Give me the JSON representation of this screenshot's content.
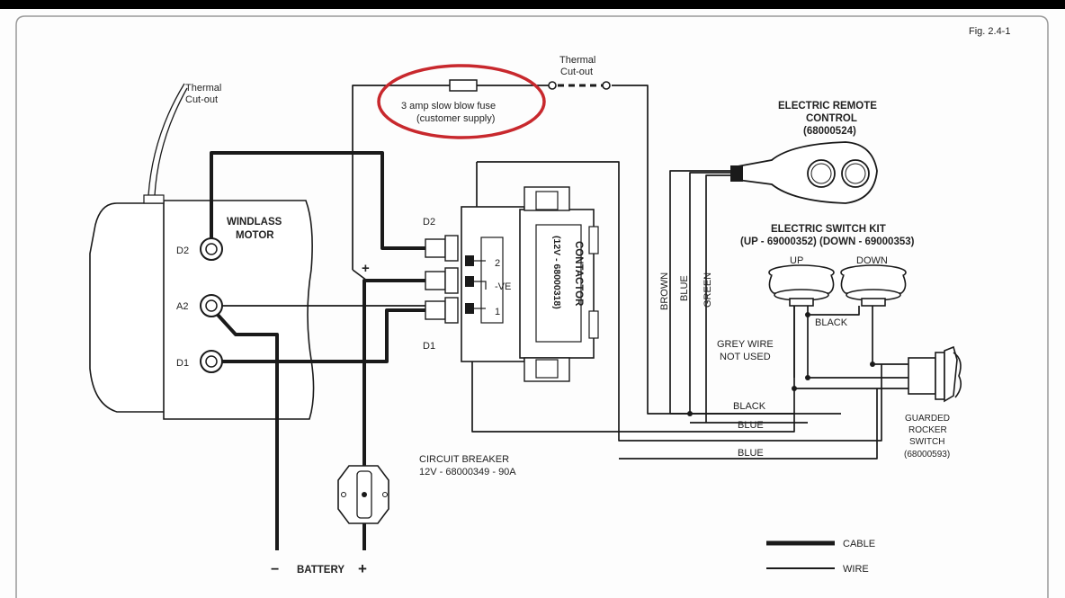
{
  "figure_label": "Fig. 2.4-1",
  "labels": {
    "thermal_left_1": "Thermal",
    "thermal_left_2": "Cut-out",
    "thermal_top_1": "Thermal",
    "thermal_top_2": "Cut-out",
    "fuse_1": "3 amp slow blow fuse",
    "fuse_2": "(customer supply)",
    "motor_1": "WINDLASS",
    "motor_2": "MOTOR",
    "term_d2": "D2",
    "term_a2": "A2",
    "term_d1": "D1",
    "cont_d2": "D2",
    "cont_d1": "D1",
    "plus": "+",
    "pin_2": "2",
    "pin_ve": "-VE",
    "pin_1": "1",
    "contactor_1": "CONTACTOR",
    "contactor_2": "(12V - 68000318)",
    "remote_1": "ELECTRIC REMOTE",
    "remote_2": "CONTROL",
    "remote_3": "(68000524)",
    "switchkit_1": "ELECTRIC SWITCH KIT",
    "switchkit_2": "(UP - 69000352) (DOWN - 69000353)",
    "up": "UP",
    "down": "DOWN",
    "black_top": "BLACK",
    "brown": "BROWN",
    "blue_v": "BLUE",
    "green": "GREEN",
    "grey_1": "GREY WIRE",
    "grey_2": "NOT USED",
    "black_bottom": "BLACK",
    "blue_1": "BLUE",
    "blue_2": "BLUE",
    "guarded_1": "GUARDED",
    "guarded_2": "ROCKER",
    "guarded_3": "SWITCH",
    "guarded_4": "(68000593)",
    "breaker_1": "CIRCUIT BREAKER",
    "breaker_2": "12V - 68000349 - 90A",
    "battery": "BATTERY",
    "bat_minus": "−",
    "bat_plus": "+",
    "legend_cable": "CABLE",
    "legend_wire": "WIRE"
  },
  "colors": {
    "highlight": "#c8282d",
    "ink": "#1a1a1a",
    "paper": "#ffffff"
  }
}
